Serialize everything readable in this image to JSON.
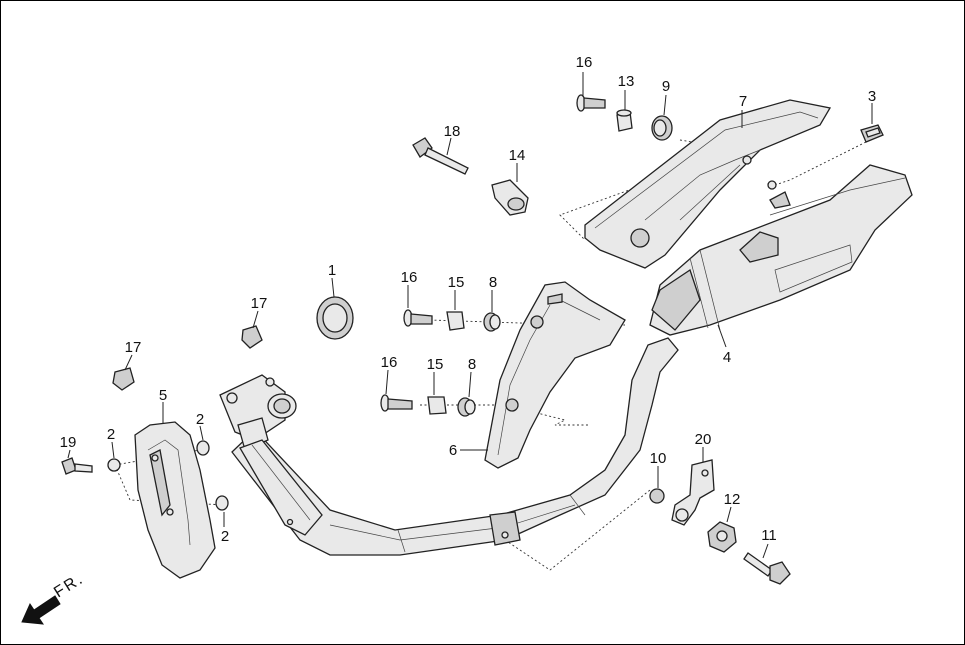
{
  "diagram": {
    "callouts": {
      "c1": "1",
      "c2a": "2",
      "c2b": "2",
      "c2c": "2",
      "c3": "3",
      "c4": "4",
      "c5": "5",
      "c6": "6",
      "c7": "7",
      "c8a": "8",
      "c8b": "8",
      "c9": "9",
      "c10": "10",
      "c11": "11",
      "c12": "12",
      "c13": "13",
      "c14": "14",
      "c15a": "15",
      "c15b": "15",
      "c16a": "16",
      "c16b": "16",
      "c16c": "16",
      "c17a": "17",
      "c17b": "17",
      "c18": "18",
      "c19": "19",
      "c20": "20"
    },
    "direction_label": "FR.",
    "icons": {
      "arrow": "front-direction-arrow-icon"
    }
  }
}
